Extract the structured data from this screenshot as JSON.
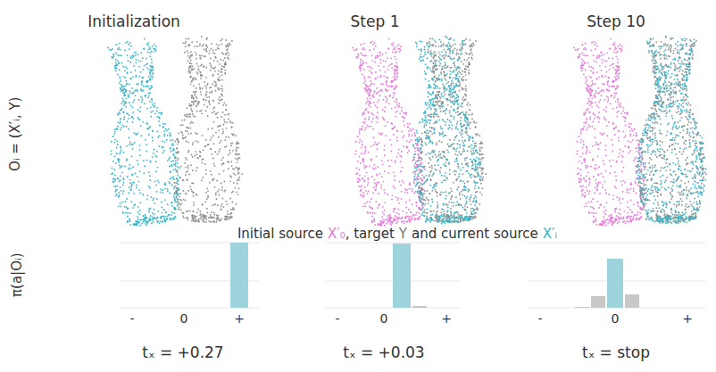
{
  "diagram": {
    "labels": [
      "Initialization",
      "Step 1",
      "Step 10",
      "Oᵢ = (X′ᵢ, Y)",
      "Initial source",
      "X′₀",
      ", target",
      "Y",
      "and current source",
      "X′ᵢ",
      "π(a|Oᵢ)",
      "-",
      "0",
      "+",
      "tₓ = +0.27",
      "-",
      "0",
      "+",
      "tₓ = +0.03",
      "-",
      "0",
      "+",
      "tₓ = stop"
    ]
  }
}
